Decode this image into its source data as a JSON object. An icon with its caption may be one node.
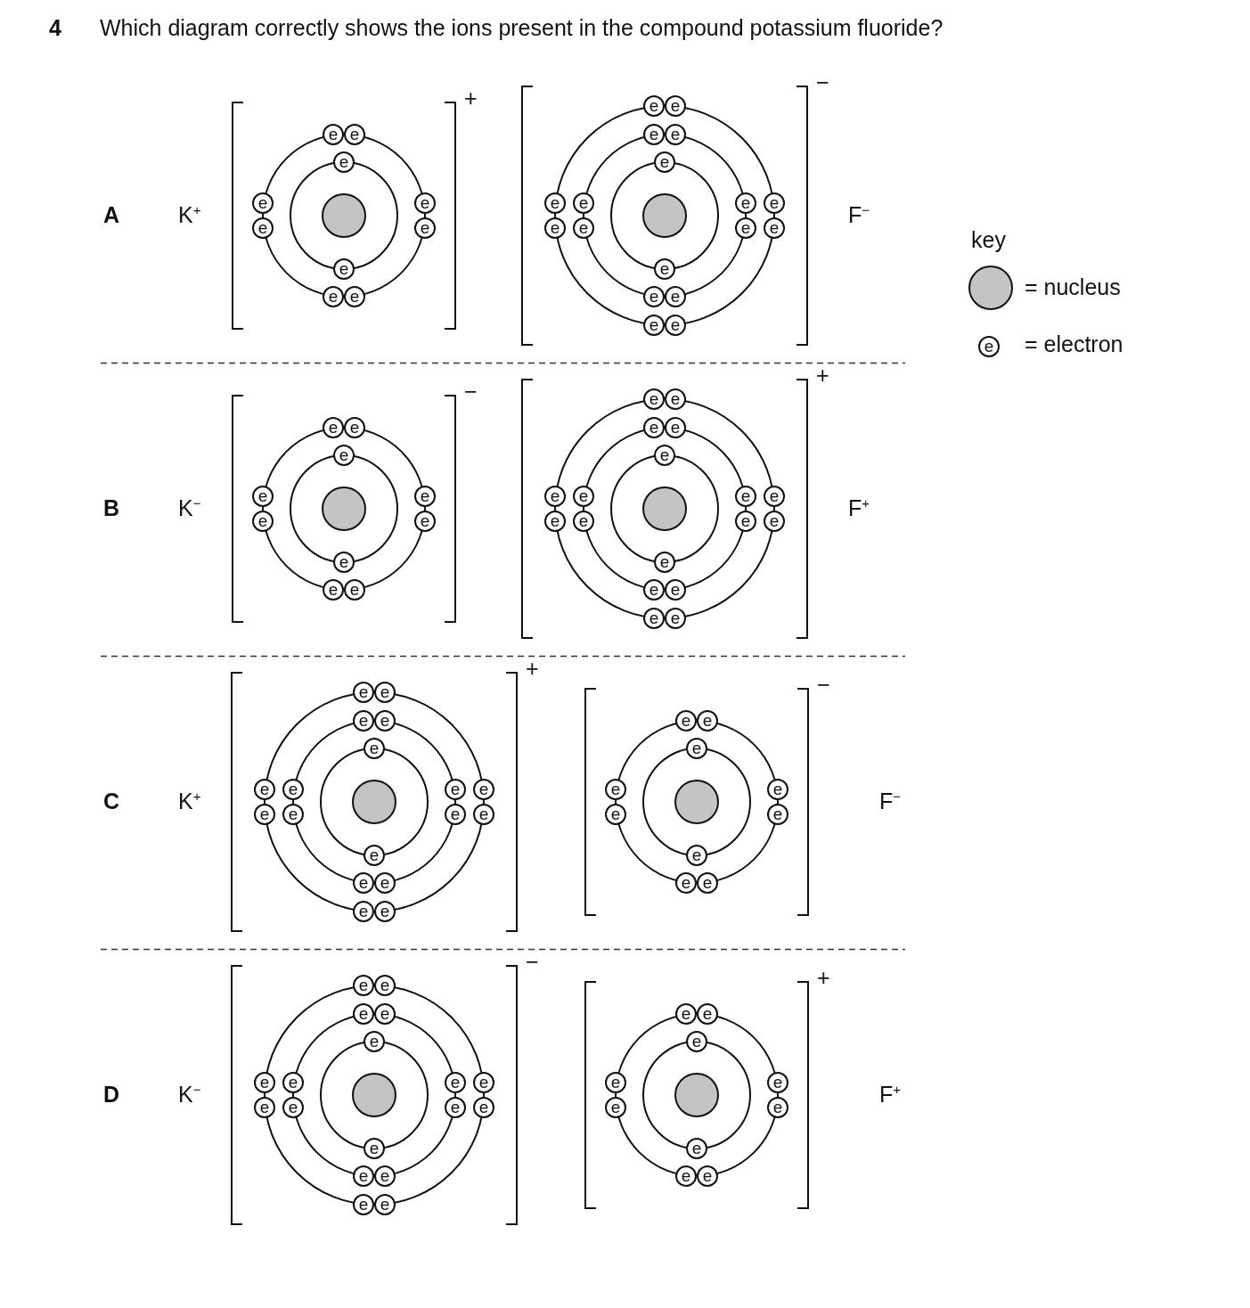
{
  "diagram": {
    "title": "Which diagram correctly shows the ions present in the compound potassium fluoride?",
    "labels": [
      "4",
      "A",
      "K$^{+}$",
      "e",
      "e",
      "e",
      "e",
      "e",
      "e",
      "e",
      "e",
      "e",
      "e",
      "+",
      "e",
      "e",
      "e",
      "e",
      "e",
      "e",
      "e",
      "e",
      "e",
      "e",
      "e",
      "e",
      "e",
      "e",
      "e",
      "e",
      "e",
      "e",
      "−",
      "F$^{−}$",
      "B",
      "K$^{−}$",
      "e",
      "e",
      "e",
      "e",
      "e",
      "e",
      "e",
      "e",
      "e",
      "e",
      "−",
      "e",
      "e",
      "e",
      "e",
      "e",
      "e",
      "e",
      "e",
      "e",
      "e",
      "e",
      "e",
      "e",
      "e",
      "e",
      "e",
      "e",
      "e",
      "+",
      "F$^{+}$",
      "C",
      "K$^{+}$",
      "e",
      "e",
      "e",
      "e",
      "e",
      "e",
      "e",
      "e",
      "e",
      "e",
      "e",
      "e",
      "e",
      "e",
      "e",
      "e",
      "e",
      "e",
      "+",
      "e",
      "e",
      "e",
      "e",
      "e",
      "e",
      "e",
      "e",
      "e",
      "e",
      "−",
      "F$^{−}$",
      "D",
      "K$^{−}$",
      "e",
      "e",
      "e",
      "e",
      "e",
      "e",
      "e",
      "e",
      "e",
      "e",
      "e",
      "e",
      "e",
      "e",
      "e",
      "e",
      "e",
      "e",
      "−",
      "e",
      "e",
      "e",
      "e",
      "e",
      "e",
      "e",
      "e",
      "e",
      "e",
      "+",
      "F$^{+}$",
      "key",
      "= nucleus",
      "e",
      "= electron"
    ]
  }
}
